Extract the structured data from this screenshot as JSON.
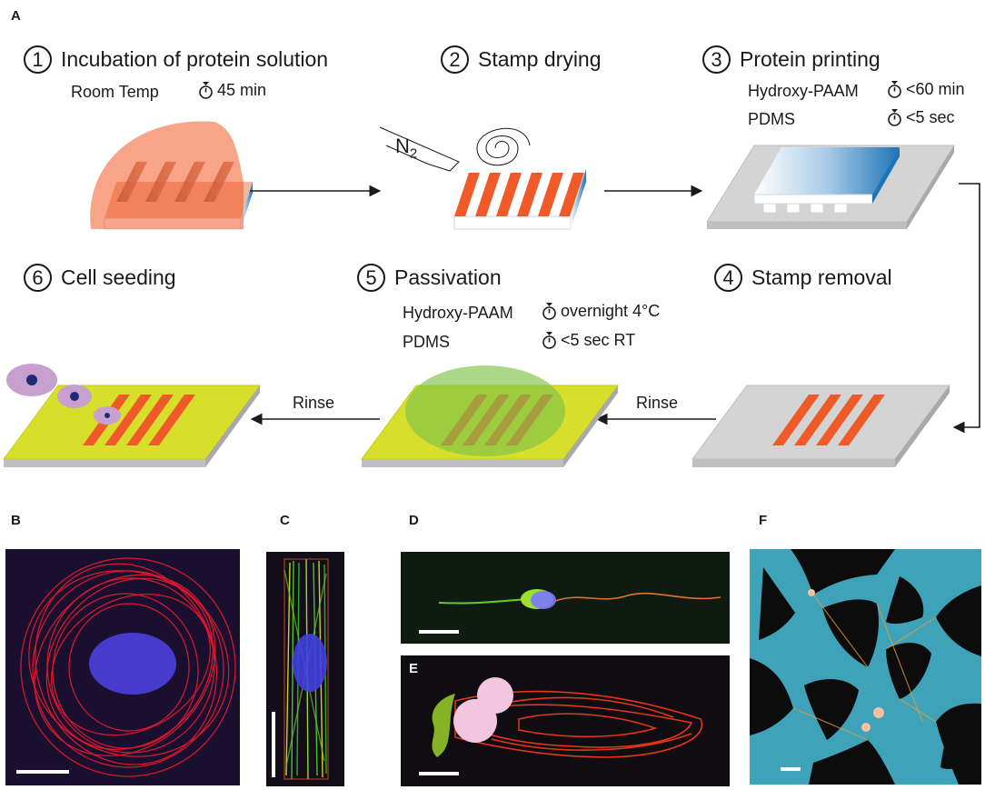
{
  "panels": {
    "a": "A",
    "b": "B",
    "c": "C",
    "d": "D",
    "e": "E",
    "f": "F"
  },
  "steps": [
    {
      "num": "1",
      "title": "Incubation of protein solution",
      "params": [
        {
          "label": "Room Temp",
          "value": "45 min"
        }
      ]
    },
    {
      "num": "2",
      "title": "Stamp drying",
      "gas": "N",
      "gas_sub": "2"
    },
    {
      "num": "3",
      "title": "Protein printing",
      "params": [
        {
          "label": "Hydroxy-PAAM",
          "value": "<60 min"
        },
        {
          "label": "PDMS",
          "value": "<5 sec"
        }
      ]
    },
    {
      "num": "4",
      "title": "Stamp removal"
    },
    {
      "num": "5",
      "title": "Passivation",
      "params": [
        {
          "label": "Hydroxy-PAAM",
          "value": "overnight 4°C"
        },
        {
          "label": "PDMS",
          "value": "<5 sec RT"
        }
      ]
    },
    {
      "num": "6",
      "title": "Cell seeding"
    }
  ],
  "rinse_labels": [
    "Rinse",
    "Rinse"
  ],
  "colors": {
    "protein": "#f05a28",
    "protein_solution": "#f4a07e",
    "pdms_blue": "#1f74b8",
    "substrate_grey": "#d4d4d4",
    "passivated": "#d8df2a",
    "passivation_solution": "#7ec24a",
    "cell": "#c7a0cf",
    "nucleus": "#1c2a78"
  }
}
